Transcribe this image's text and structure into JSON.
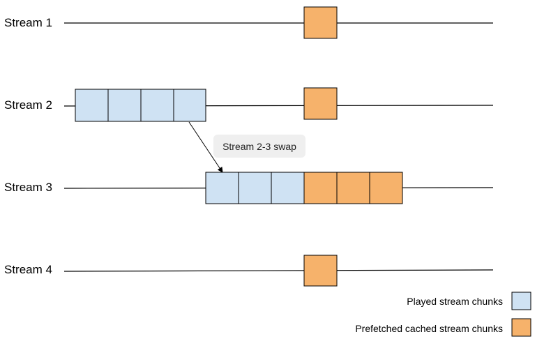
{
  "streams": [
    {
      "label": "Stream 1",
      "played_chunks": 0,
      "prefetched_chunks": 1
    },
    {
      "label": "Stream 2",
      "played_chunks": 4,
      "prefetched_chunks": 1
    },
    {
      "label": "Stream 3",
      "played_chunks": 3,
      "prefetched_chunks": 3
    },
    {
      "label": "Stream 4",
      "played_chunks": 0,
      "prefetched_chunks": 1
    }
  ],
  "swap": {
    "label": "Stream 2-3 swap",
    "from": "Stream 2",
    "to": "Stream 3"
  },
  "legend": {
    "played": {
      "label": "Played stream chunks",
      "color": "#cfe2f3"
    },
    "prefetched": {
      "label": "Prefetched cached stream chunks",
      "color": "#f6b26b"
    }
  },
  "colors": {
    "played": "#cfe2f3",
    "prefetched": "#f6b26b",
    "swap_box": "#efefef"
  }
}
